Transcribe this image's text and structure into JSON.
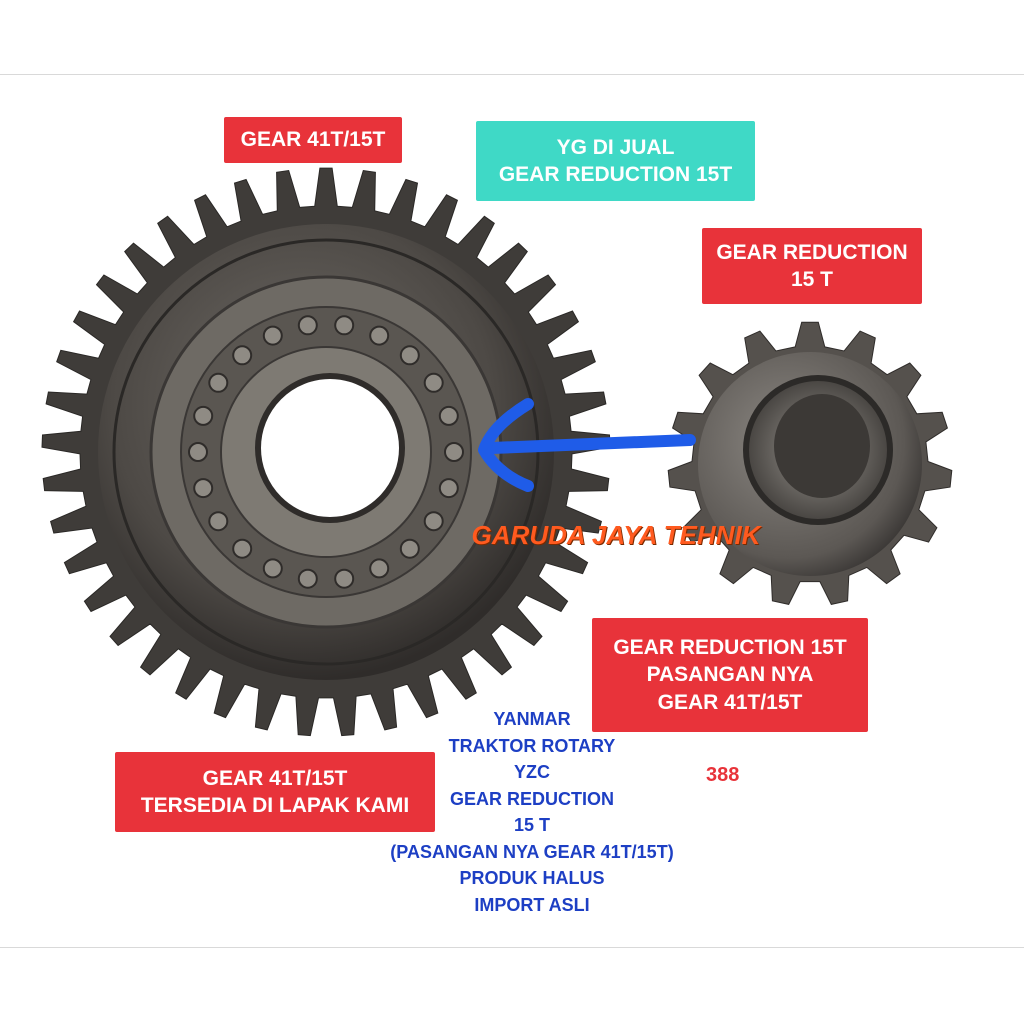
{
  "labels": {
    "big_gear": "GEAR 41T/15T",
    "sold_item": [
      "YG DI JUAL",
      "GEAR REDUCTION 15T"
    ],
    "small_gear": [
      "GEAR REDUCTION",
      "15 T"
    ],
    "pairing": [
      "GEAR REDUCTION 15T",
      "PASANGAN NYA",
      "GEAR 41T/15T"
    ],
    "availability": [
      "GEAR 41T/15T",
      "TERSEDIA DI LAPAK KAMI"
    ]
  },
  "description": [
    "YANMAR",
    "TRAKTOR ROTARY",
    "YZC",
    "GEAR REDUCTION",
    "15 T",
    "(PASANGAN NYA GEAR 41T/15T)",
    "PRODUK HALUS",
    "IMPORT ASLI"
  ],
  "code": "388",
  "watermark": "GARUDA JAYA TEHNIK",
  "colors": {
    "label_red": "#e8333a",
    "label_teal": "#3fd9c6",
    "description_blue": "#1d3fc4",
    "watermark_orange": "#ff5a1f",
    "arrow_blue": "#1f5ce8",
    "gear_metal": "#4a4744"
  }
}
